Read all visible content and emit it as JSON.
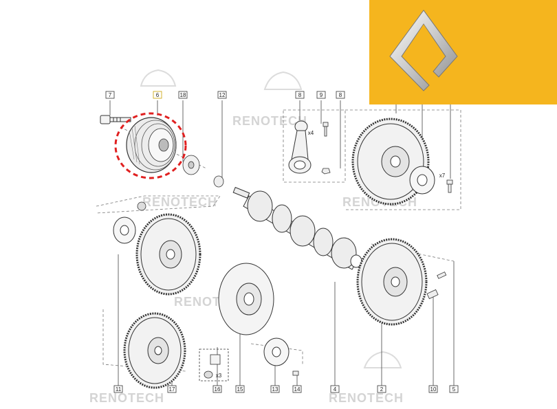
{
  "brand": {
    "logo": "renault-diamond-logo",
    "logo_bg": "#f5b51e",
    "watermark_text": "RENOTECH"
  },
  "highlight": {
    "color": "#e02020",
    "part_number": "6"
  },
  "part_labels": [
    "7",
    "6",
    "18",
    "12",
    "8",
    "9",
    "8",
    "x4",
    "x7",
    "11",
    "17",
    "16",
    "15",
    "13",
    "14",
    "4",
    "2",
    "10",
    "5",
    "x3"
  ],
  "colors": {
    "line": "#333333",
    "dash": "#666666",
    "fill": "#f0f0f0"
  }
}
